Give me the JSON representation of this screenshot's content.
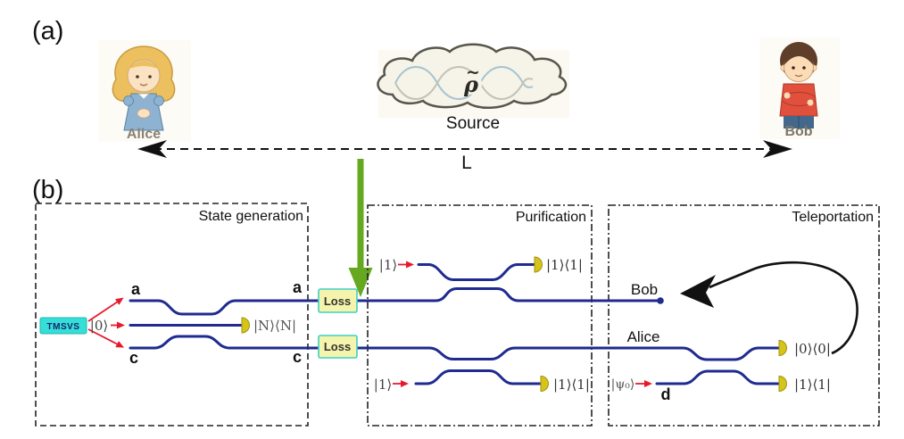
{
  "panel_a": {
    "label": "(a)",
    "alice_caption": "Alice",
    "bob_caption": "Bob",
    "source_caption": "Source",
    "rho": "ρ",
    "tilde": "~",
    "distance_label": "L"
  },
  "panel_b": {
    "label": "(b)",
    "state_generation": {
      "title": "State generation",
      "source_box": "TMSVS",
      "vacuum_input": "|0⟩",
      "mode_a_in": "a",
      "mode_a_out": "a",
      "mode_c_in": "c",
      "mode_c_out": "c",
      "detector": "|N⟩⟨N|"
    },
    "channel": {
      "loss_top": "Loss",
      "loss_bottom": "Loss"
    },
    "purification": {
      "title": "Purification",
      "ancilla_top_in": "|1⟩",
      "detector_top": "|1⟩⟨1|",
      "ancilla_bottom_in": "|1⟩",
      "detector_bottom": "|1⟩⟨1|"
    },
    "teleportation": {
      "title": "Teleportation",
      "bob_line": "Bob",
      "alice_line": "Alice",
      "input_state": "|ψ₀⟩",
      "mode_d": "d",
      "detector_top": "|0⟩⟨0|",
      "detector_bottom": "|1⟩⟨1|"
    }
  },
  "colors": {
    "waveguide": "#1f2b8f",
    "red": "#e8192c",
    "green": "#66a81f",
    "detector": "#d6c419",
    "loss_fill": "#f4f4ac",
    "loss_border": "#3fcfc4",
    "tmsvs_fill": "#35ded6"
  }
}
